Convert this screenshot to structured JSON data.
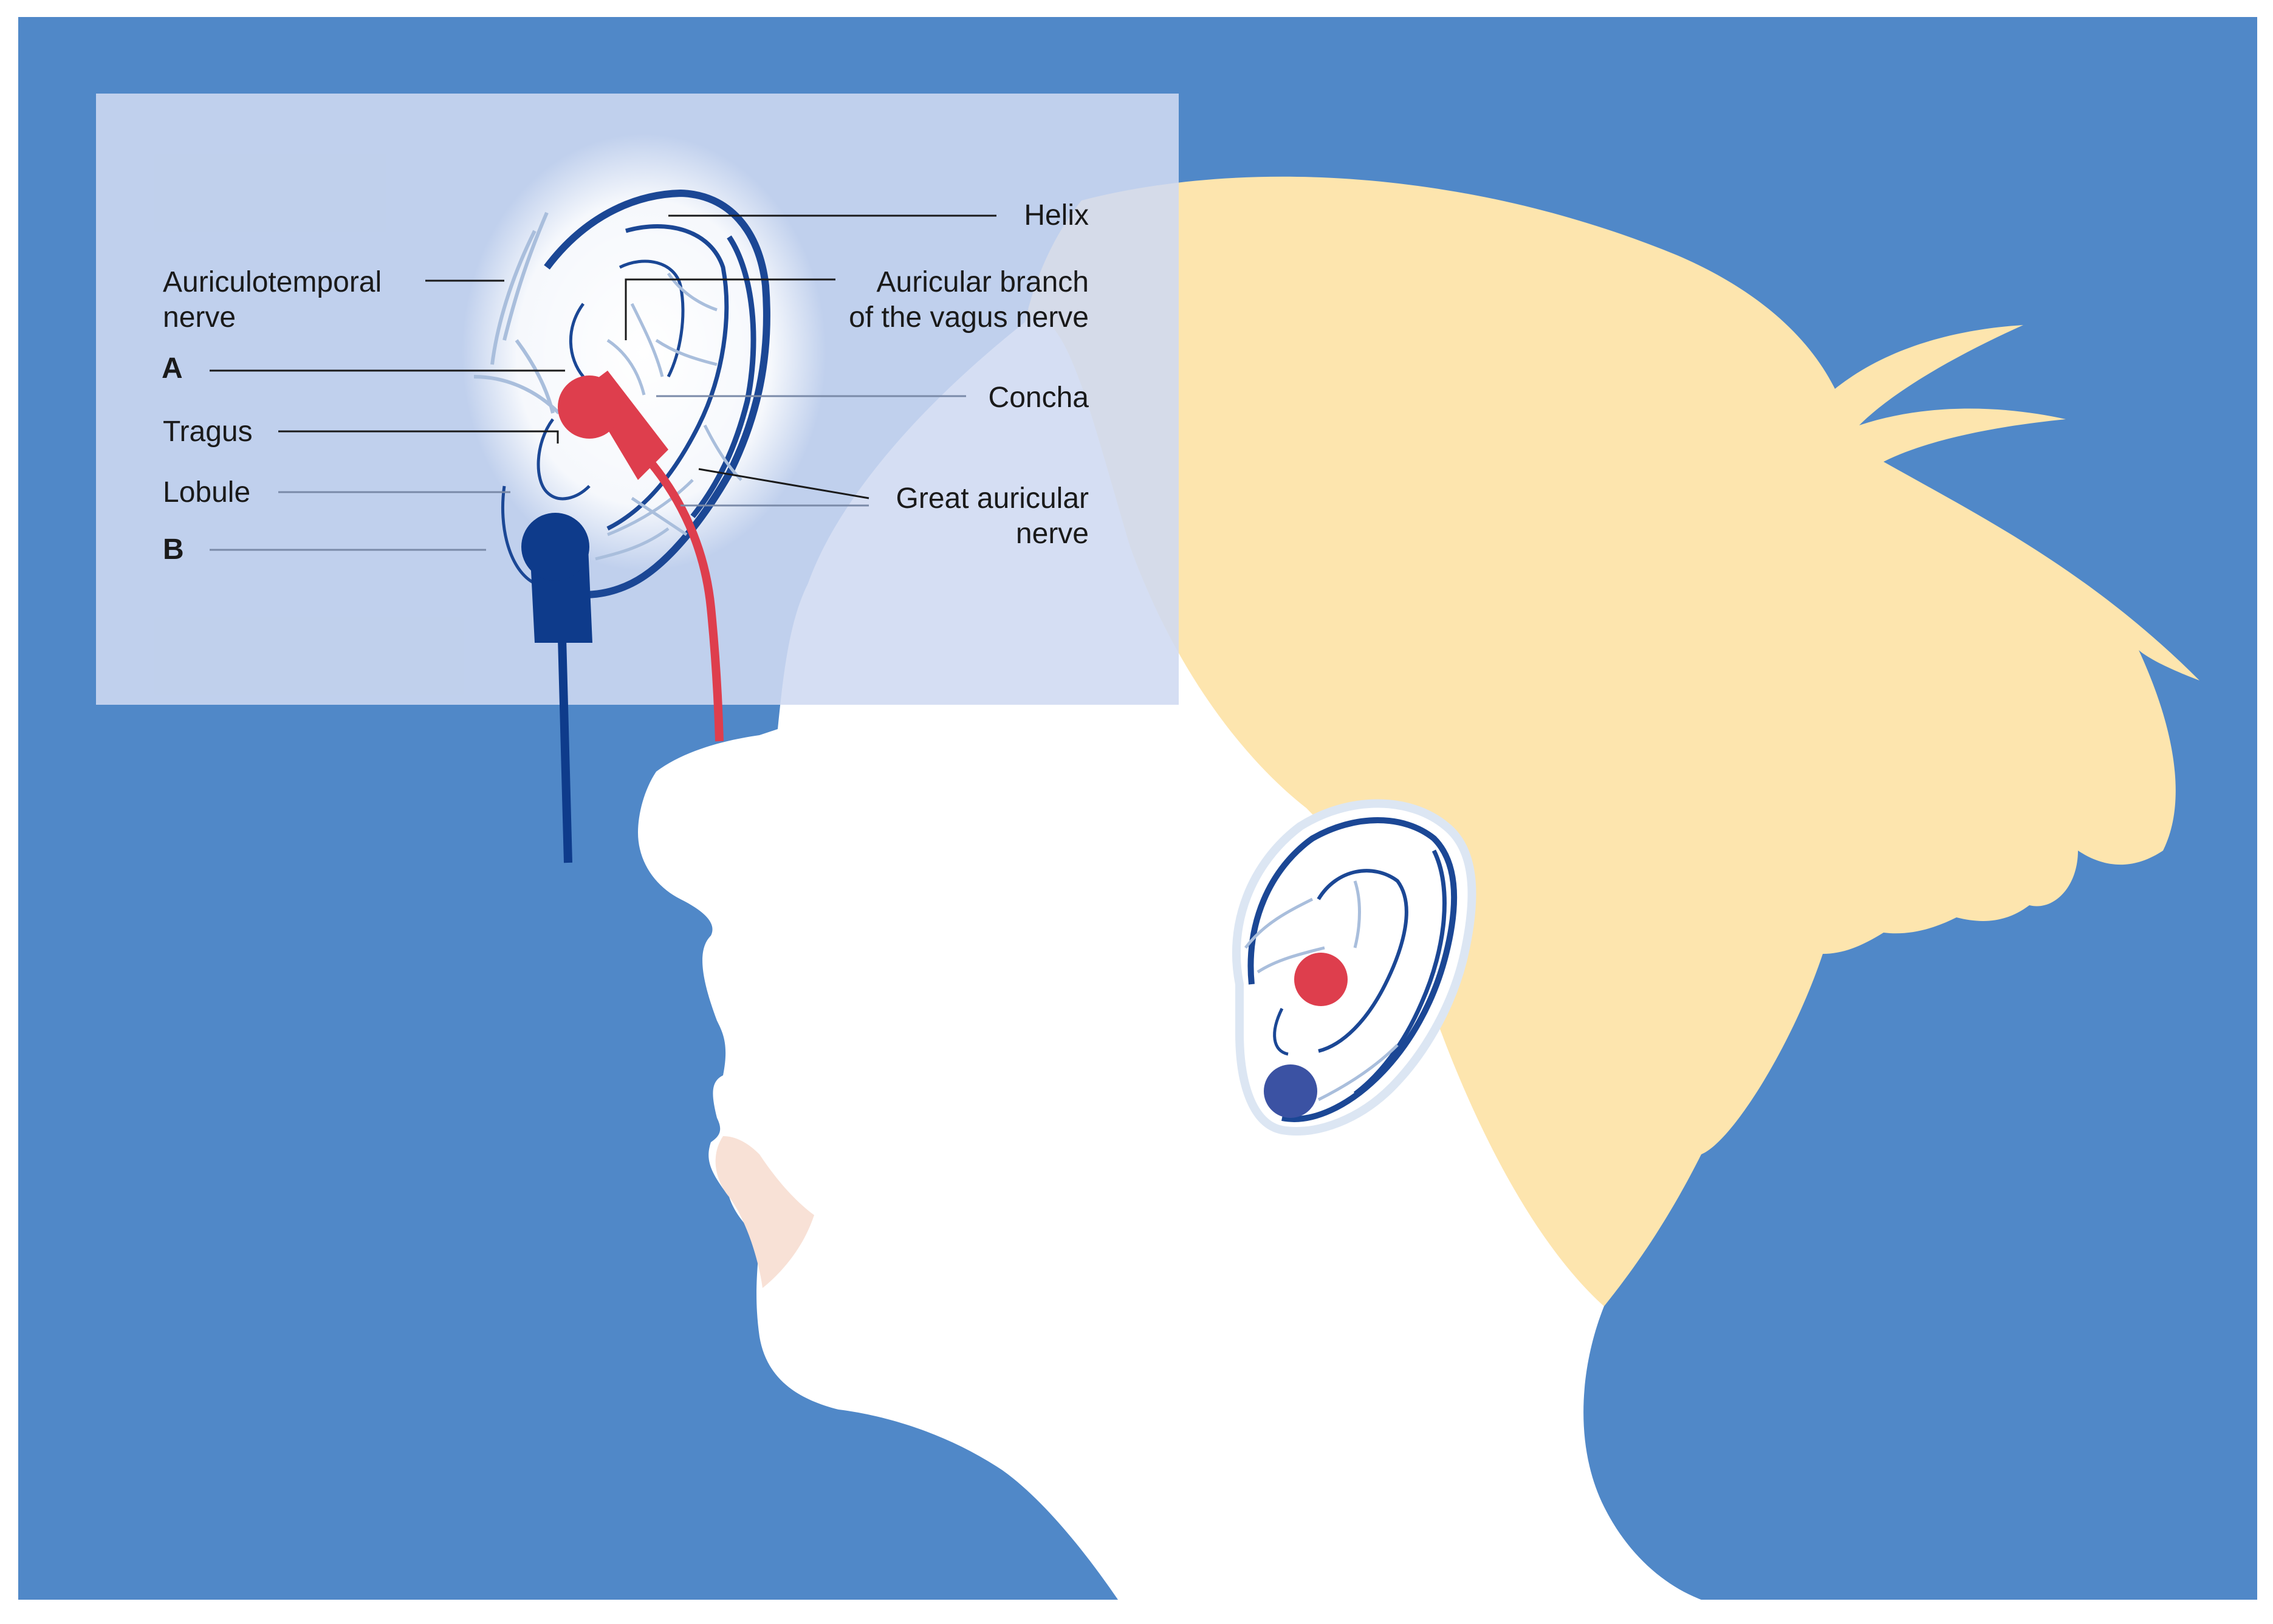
{
  "labels": {
    "auriculotemporal_line1": "Auriculotemporal",
    "auriculotemporal_line2": "nerve",
    "a": "A",
    "tragus": "Tragus",
    "lobule": "Lobule",
    "b": "B",
    "helix": "Helix",
    "vagus_line1": "Auricular branch",
    "vagus_line2": "of the vagus nerve",
    "concha": "Concha",
    "great_auricular_line1": "Great auricular",
    "great_auricular_line2": "nerve"
  },
  "colors": {
    "background": "#5088c8",
    "inset_panel": "#cfdaf1",
    "face": "#ffffff",
    "hair": "#fde5ae",
    "lip": "#f8e1d6",
    "ear_outline": "#1b4795",
    "nerve": "#a9bedc",
    "electrode_red": "#de3e4d",
    "electrode_blue": "#0e3b8b",
    "dot_blue": "#3b52a3",
    "label_text": "#1a1a1a"
  }
}
